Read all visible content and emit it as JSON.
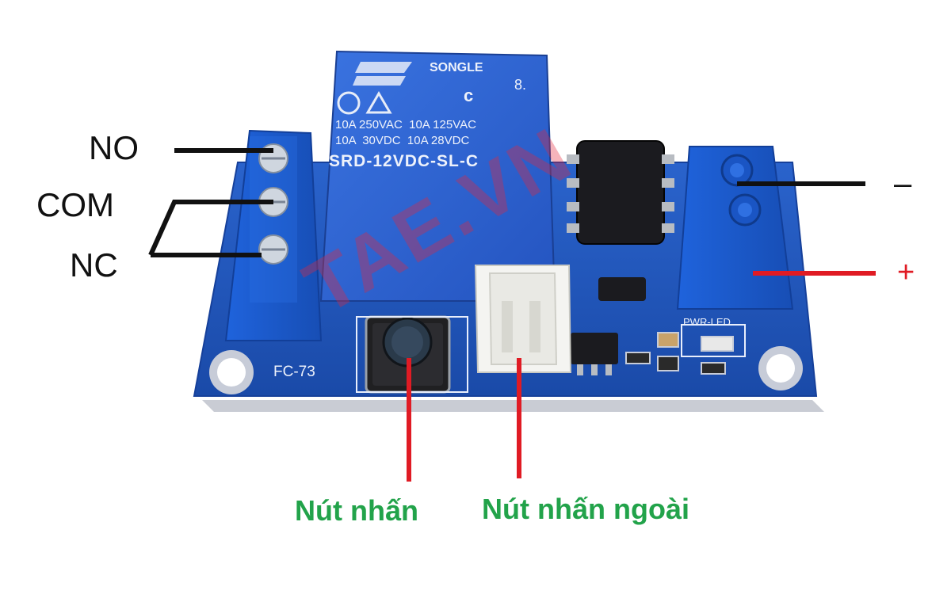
{
  "pin_labels": {
    "no": "NO",
    "com": "COM",
    "nc": "NC",
    "minus": "–",
    "plus": "+"
  },
  "captions": {
    "button": "Nút nhấn",
    "external_button": "Nút nhấn ngoài"
  },
  "relay": {
    "brand": "SONGLE",
    "marks": "8.",
    "rating_line1": "10A 250VAC  10A 125VAC",
    "rating_line2": "10A  30VDC  10A 28VDC",
    "model": "SRD-12VDC-SL-C"
  },
  "board": {
    "silkscreen_model": "FC-73",
    "pwr_led_label": "PWR-LED"
  },
  "watermark": "TAE.VN",
  "colors": {
    "pcb_blue": "#1f54b8",
    "terminal_blue": "#1c5fd6",
    "relay_blue": "#2b5fd0",
    "wire_black": "#111111",
    "wire_red": "#e01b24",
    "caption_green": "#22a34a"
  }
}
